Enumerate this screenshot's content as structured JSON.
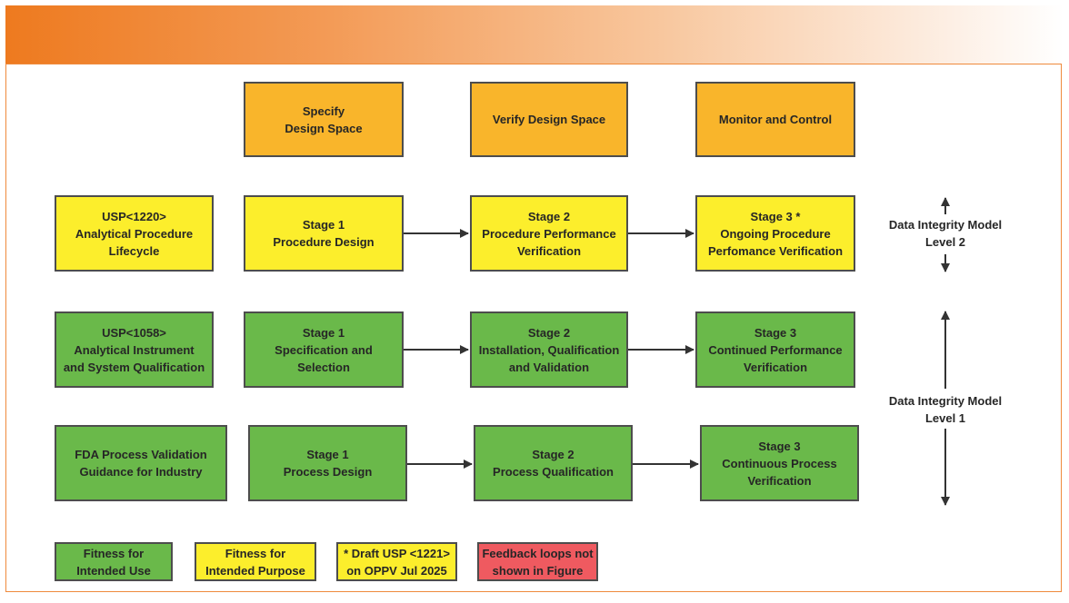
{
  "colors": {
    "banner_start": "#ee7a1f",
    "orange": "#f9b52b",
    "yellow": "#fcee2c",
    "green": "#6ab94a",
    "red": "#ef5a60",
    "border": "#4d4d4d",
    "arrow": "#333333"
  },
  "top_row": {
    "specify": "Specify\nDesign Space",
    "verify": "Verify Design Space",
    "monitor": "Monitor and Control"
  },
  "usp1220_row": {
    "source": "USP<1220>\nAnalytical Procedure\nLifecycle",
    "stage1": "Stage 1\nProcedure Design",
    "stage2": "Stage 2\nProcedure Performance\nVerification",
    "stage3": "Stage 3 *\nOngoing Procedure\nPerfomance Verification"
  },
  "usp1058_row": {
    "source": "USP<1058>\nAnalytical Instrument\nand System Qualification",
    "stage1": "Stage 1\nSpecification and\nSelection",
    "stage2": "Stage 2\nInstallation, Qualification\nand Validation",
    "stage3": "Stage 3\nContinued Performance\nVerification"
  },
  "fda_row": {
    "source": "FDA Process Validation\nGuidance for Industry",
    "stage1": "Stage 1\nProcess  Design",
    "stage2": "Stage 2\nProcess Qualification",
    "stage3": "Stage 3\nContinuous Process\nVerification"
  },
  "side_labels": {
    "level2": "Data Integrity Model\nLevel 2",
    "level1": "Data Integrity Model\nLevel 1"
  },
  "legend": {
    "green": "Fitness for\nIntended Use",
    "yellow": "Fitness for\nIntended Purpose",
    "note": "* Draft USP <1221>\non OPPV Jul 2025",
    "red": "Feedback loops not\nshown in Figure"
  }
}
